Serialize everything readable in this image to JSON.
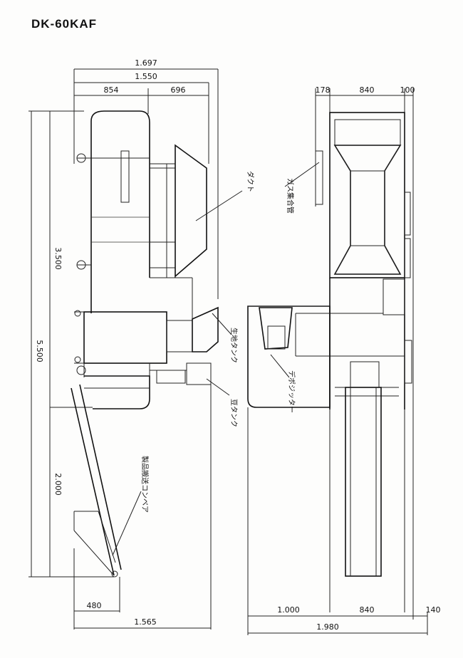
{
  "model": "DK-60KAF",
  "dimensions": {
    "side_total_width": "1.697",
    "side_body_width": "1.550",
    "side_left_part": "854",
    "side_right_part": "696",
    "side_height_upper": "3.500",
    "side_height_total": "5.500",
    "side_conveyor_height": "2.000",
    "side_conveyor_base": "480",
    "side_base_width": "1.565",
    "front_left_margin": "178",
    "front_body_width": "840",
    "front_right_margin": "100",
    "front_left_base": "1.000",
    "front_conveyor_width": "840",
    "front_right_base": "140",
    "front_total_width": "1.980"
  },
  "labels": {
    "duct": "ダクト",
    "gas_manifold": "ガス集合管",
    "dough_tank": "生地タンク",
    "bean_tank": "豆タンク",
    "depositor": "デポジッター",
    "product_conveyor": "製品搬送コンベア"
  }
}
